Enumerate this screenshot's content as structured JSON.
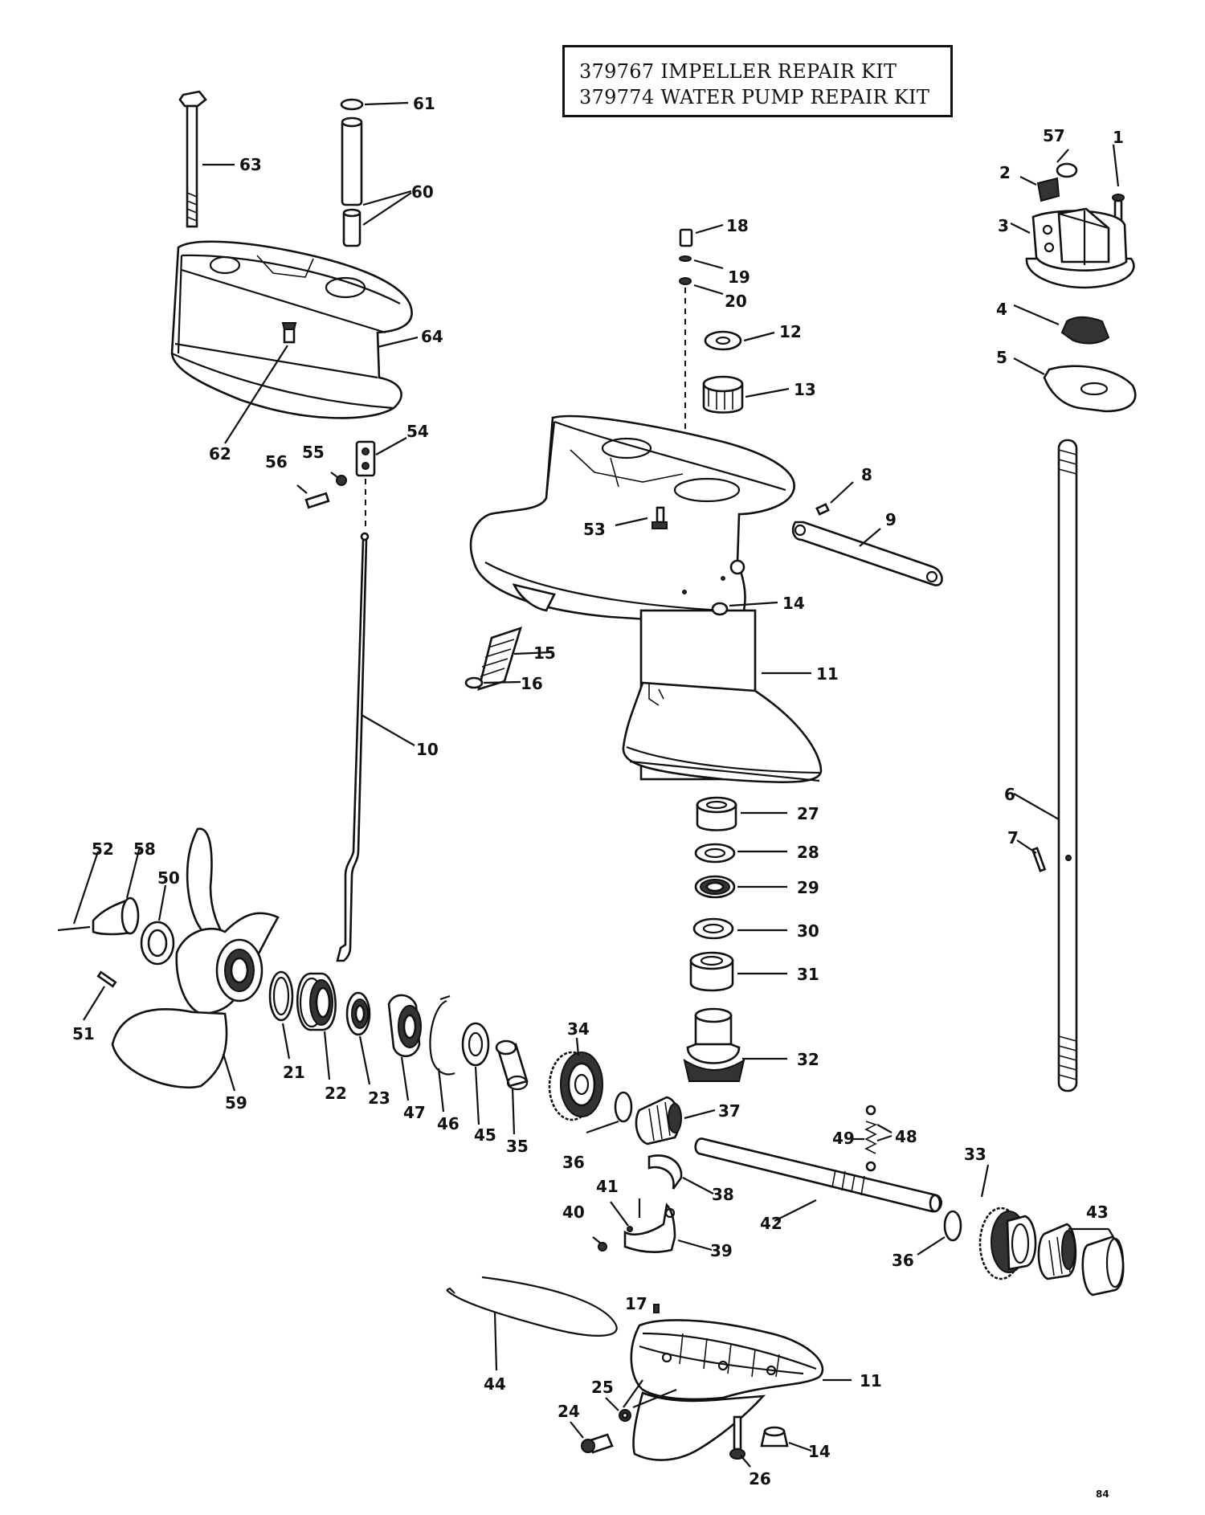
{
  "kit_box": {
    "line1": "379767  IMPELLER REPAIR KIT",
    "line2": "379774  WATER PUMP REPAIR KIT"
  },
  "page_code": "84",
  "callouts": {
    "p1": "1",
    "p2": "2",
    "p3": "3",
    "p4": "4",
    "p5": "5",
    "p6": "6",
    "p7": "7",
    "p8": "8",
    "p9": "9",
    "p10": "10",
    "p11a": "11",
    "p11b": "11",
    "p12": "12",
    "p13": "13",
    "p14a": "14",
    "p14b": "14",
    "p15": "15",
    "p16": "16",
    "p17": "17",
    "p18": "18",
    "p19": "19",
    "p20": "20",
    "p21": "21",
    "p22": "22",
    "p23": "23",
    "p24": "24",
    "p25": "25",
    "p26": "26",
    "p27": "27",
    "p28": "28",
    "p29": "29",
    "p30": "30",
    "p31": "31",
    "p32": "32",
    "p33": "33",
    "p34": "34",
    "p35": "35",
    "p36a": "36",
    "p36b": "36",
    "p37": "37",
    "p38": "38",
    "p39": "39",
    "p40": "40",
    "p41": "41",
    "p42": "42",
    "p43": "43",
    "p44": "44",
    "p45": "45",
    "p46": "46",
    "p47": "47",
    "p48": "48",
    "p49": "49",
    "p50": "50",
    "p51": "51",
    "p52": "52",
    "p53": "53",
    "p54": "54",
    "p55": "55",
    "p56": "56",
    "p57": "57",
    "p58": "58",
    "p59": "59",
    "p60": "60",
    "p61": "61",
    "p62": "62",
    "p63": "63",
    "p64": "64"
  }
}
